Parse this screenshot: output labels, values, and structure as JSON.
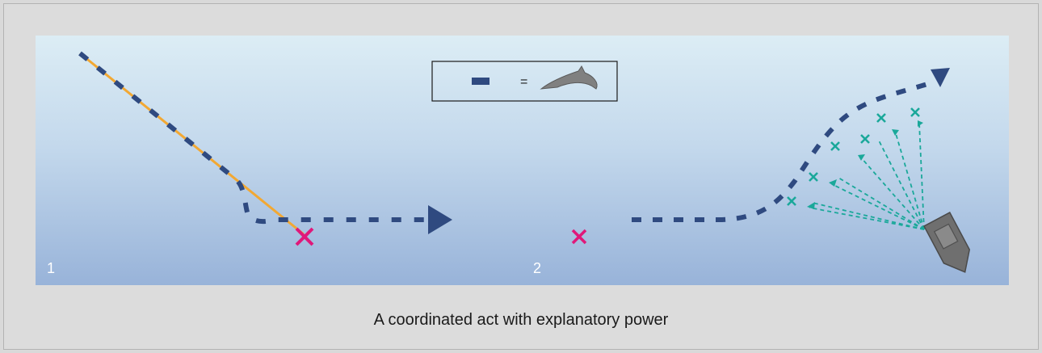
{
  "legend": {
    "equals": "=",
    "dash_icon": "dash-marker",
    "dolphin_icon": "dolphin-icon"
  },
  "panels": [
    {
      "number": "1"
    },
    {
      "number": "2"
    }
  ],
  "caption": "A coordinated act with explanatory power",
  "colors": {
    "path": "#2f4a80",
    "orange_line": "#f2a833",
    "magenta_x": "#e0187a",
    "teal": "#1aa89a",
    "boat": "#707070"
  }
}
